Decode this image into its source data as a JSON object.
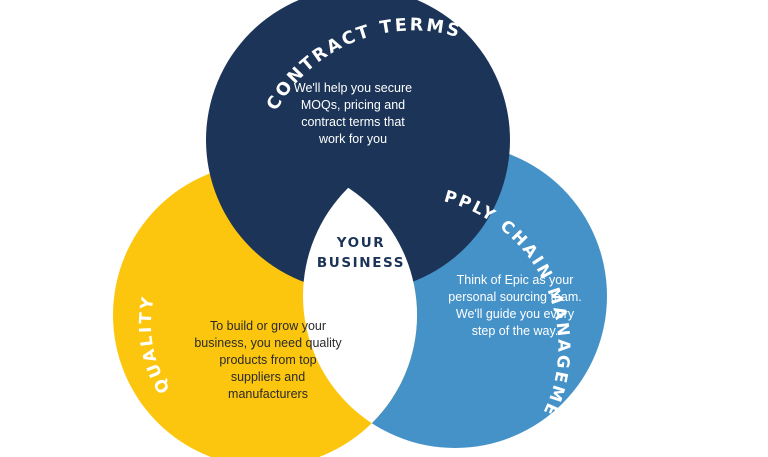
{
  "colors": {
    "contract": "#1b3457",
    "supply": "#4592c8",
    "quality": "#fcc60f",
    "center": "#ffffff"
  },
  "contract_terms": {
    "title": "CONTRACT TERMS",
    "text": "We'll help you secure MOQs, pricing and contract terms that work for you"
  },
  "supply_chain": {
    "title": "SUPPLY CHAIN MANAGEMENT",
    "text": "Think of Epic as your personal sourcing team. We'll guide you every step of the way."
  },
  "quality": {
    "title": "QUALITY",
    "text": "To build or grow your business, you need quality products from top suppliers and manufacturers"
  },
  "center": {
    "line1": "YOUR",
    "line2": "BUSINESS"
  }
}
